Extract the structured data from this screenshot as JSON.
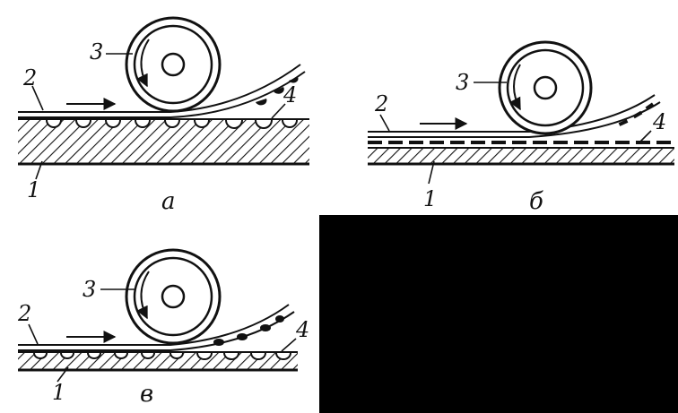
{
  "colors": {
    "ink": "#111111",
    "paper": "#ffffff",
    "blackout": "#000000"
  },
  "panels": [
    {
      "caption": "а",
      "labels": {
        "substrate": "1",
        "sheet": "2",
        "roller": "3",
        "adhesive": "4"
      }
    },
    {
      "caption": "б",
      "labels": {
        "substrate": "1",
        "sheet": "2",
        "roller": "3",
        "adhesive": "4"
      }
    },
    {
      "caption": "в",
      "labels": {
        "substrate": "1",
        "sheet": "2",
        "roller": "3",
        "adhesive": "4"
      }
    }
  ]
}
